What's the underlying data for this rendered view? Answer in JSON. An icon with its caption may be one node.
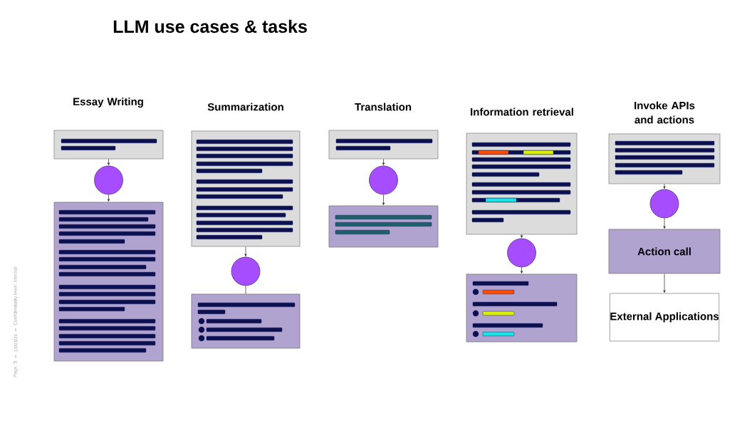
{
  "diagram": {
    "title": "LLM use cases & tasks",
    "nodes": [
      {
        "text": [],
        "shape": "box"
      },
      {
        "text": [],
        "shape": "circle"
      },
      {
        "text": [],
        "shape": "box"
      },
      {
        "text": [],
        "shape": "box"
      },
      {
        "text": [],
        "shape": "circle"
      },
      {
        "text": [],
        "shape": "box"
      },
      {
        "text": [],
        "shape": "box"
      },
      {
        "text": [],
        "shape": "circle"
      },
      {
        "text": [],
        "shape": "box"
      },
      {
        "text": [],
        "shape": "box"
      },
      {
        "text": [],
        "shape": "circle"
      },
      {
        "text": [],
        "shape": "box"
      },
      {
        "text": [],
        "shape": "box"
      },
      {
        "text": [],
        "shape": "circle"
      },
      {
        "text": [
          "Action call"
        ]
      },
      {
        "text": [
          "External Applications"
        ]
      }
    ],
    "edges": [
      {
        "from": 0,
        "to": 1,
        "arrow": "to"
      },
      {
        "from": 1,
        "to": 2,
        "arrow": "to"
      },
      {
        "from": 3,
        "to": 4,
        "arrow": "to"
      },
      {
        "from": 4,
        "to": 5,
        "arrow": "none"
      },
      {
        "from": 6,
        "to": 7,
        "arrow": "to"
      },
      {
        "from": 7,
        "to": 8,
        "arrow": "to"
      },
      {
        "from": 9,
        "to": 10,
        "arrow": "to"
      },
      {
        "from": 10,
        "to": 11,
        "arrow": "to"
      },
      {
        "from": 12,
        "to": 13,
        "arrow": "to"
      },
      {
        "from": 13,
        "to": 14,
        "arrow": "to"
      },
      {
        "from": 14,
        "to": 15,
        "arrow": "to"
      }
    ],
    "labels": [
      "Essay Writing",
      "Summarization",
      "Translation",
      "Information retrieval",
      "Invoke APIs and actions",
      "Page: 5",
      "13/03/24",
      "Confidentiality level: Internal"
    ]
  }
}
